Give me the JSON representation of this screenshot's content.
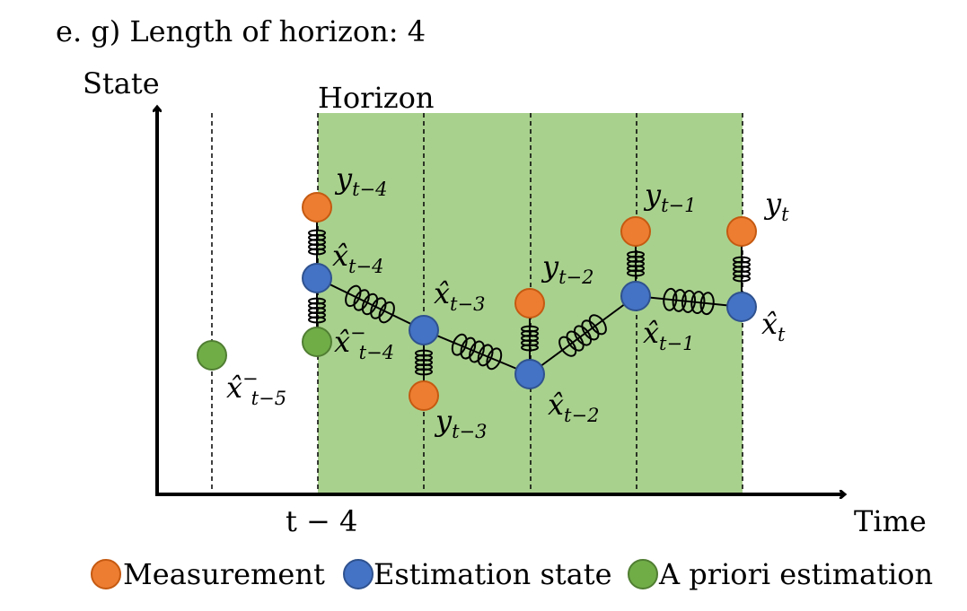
{
  "title": "e. g) Length of horizon: 4",
  "axes": {
    "y_label": "State",
    "x_label": "Time",
    "tick_label": "t − 4"
  },
  "horizon": {
    "label": "Horizon",
    "color": "#a9d18e",
    "label_color": "#548235"
  },
  "colors": {
    "measurement": "#ed7d31",
    "estimation": "#4472c4",
    "apriori": "#70ad47"
  },
  "labels": {
    "y_t4": {
      "base": "y",
      "sub": "t−4"
    },
    "y_t3": {
      "base": "y",
      "sub": "t−3"
    },
    "y_t2": {
      "base": "y",
      "sub": "t−2"
    },
    "y_t1": {
      "base": "y",
      "sub": "t−1"
    },
    "y_t": {
      "base": "y",
      "sub": "t"
    },
    "xh_t4": {
      "base": "x̂",
      "sub": "t−4"
    },
    "xh_t3": {
      "base": "x̂",
      "sub": "t−3"
    },
    "xh_t2": {
      "base": "x̂",
      "sub": "t−2"
    },
    "xh_t1": {
      "base": "x̂",
      "sub": "t−1"
    },
    "xh_t": {
      "base": "x̂",
      "sub": "t"
    },
    "xp_t4": {
      "base": "x̂",
      "sup": "−",
      "sub": "t−4"
    },
    "xp_t5": {
      "base": "x̂",
      "sup": "−",
      "sub": "t−5"
    }
  },
  "legend": [
    {
      "label": "Measurement",
      "icon": "orange-circle"
    },
    {
      "label": "Estimation state",
      "icon": "blue-circle"
    },
    {
      "label": "A priori estimation",
      "icon": "green-circle"
    }
  ]
}
